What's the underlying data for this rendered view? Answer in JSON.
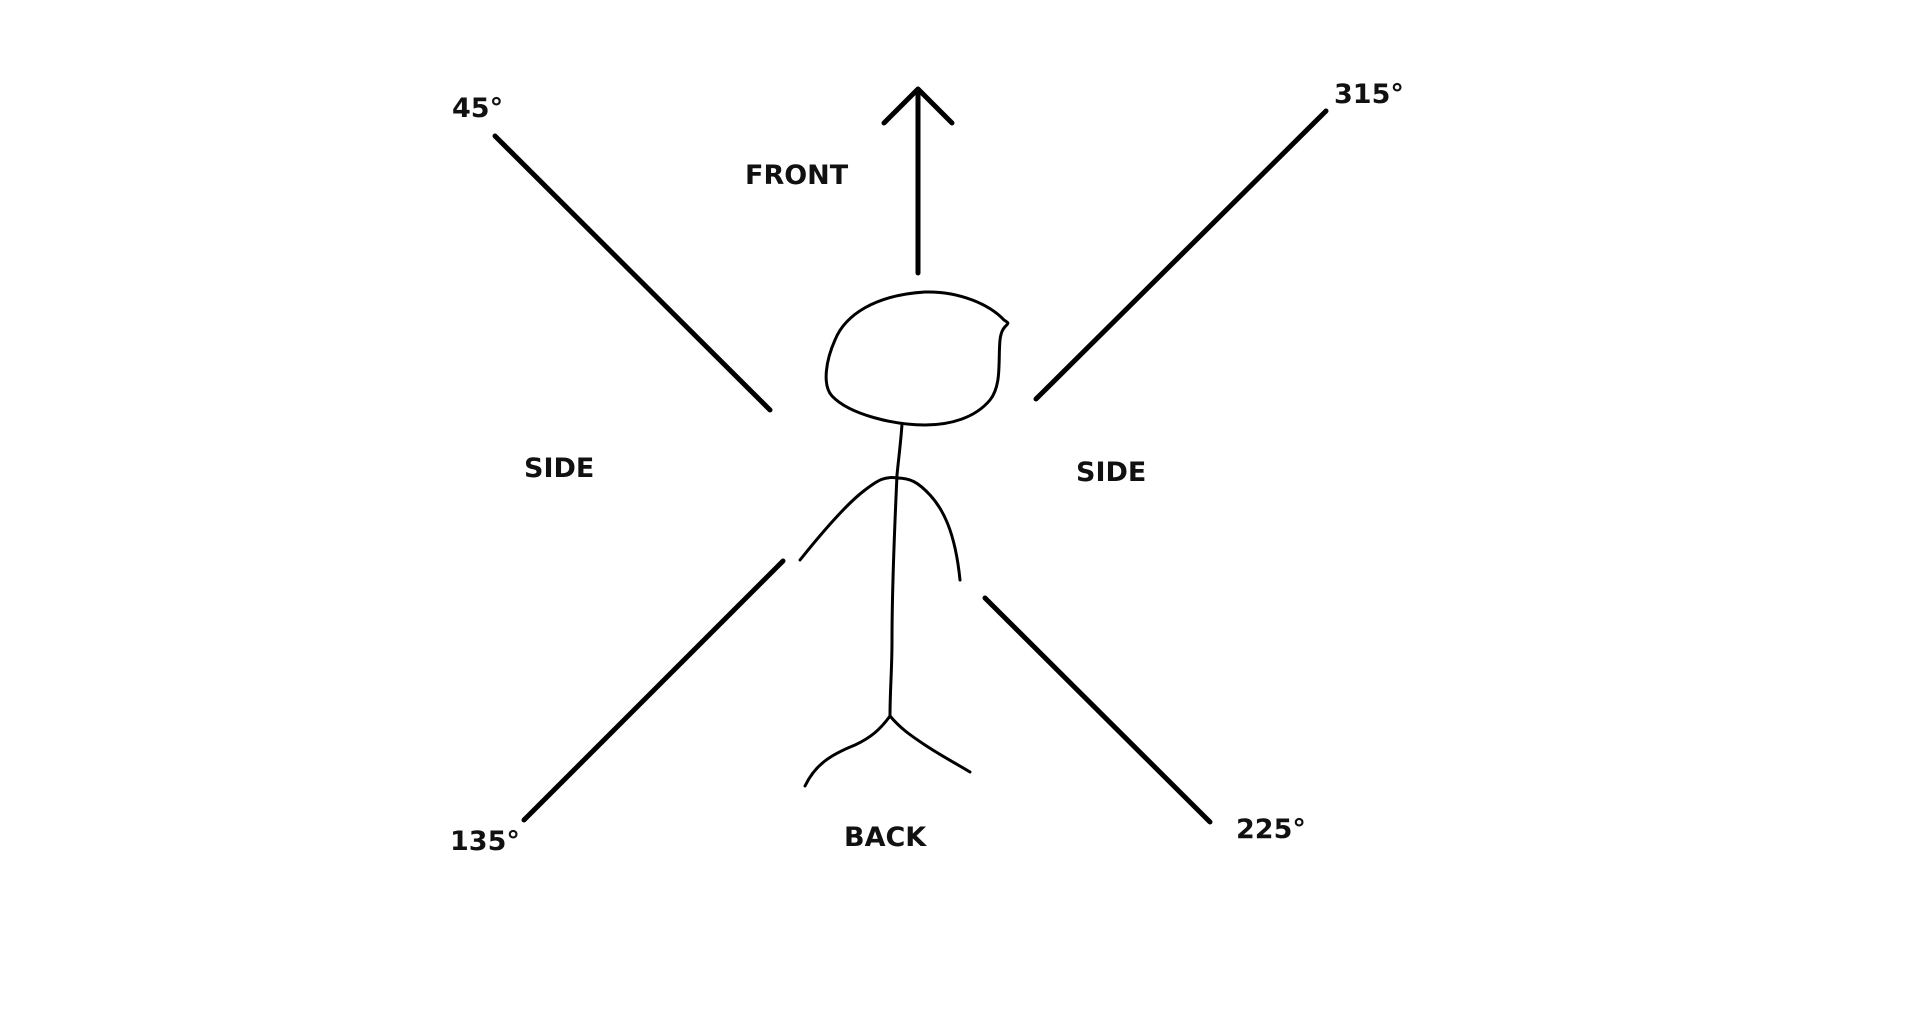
{
  "labels": {
    "front": "FRONT",
    "back": "BACK",
    "side_left": "SIDE",
    "side_right": "SIDE",
    "angle_45": "45°",
    "angle_315": "315°",
    "angle_135": "135°",
    "angle_225": "225°"
  },
  "colors": {
    "background": "#ffffff",
    "ink": "#000000"
  }
}
